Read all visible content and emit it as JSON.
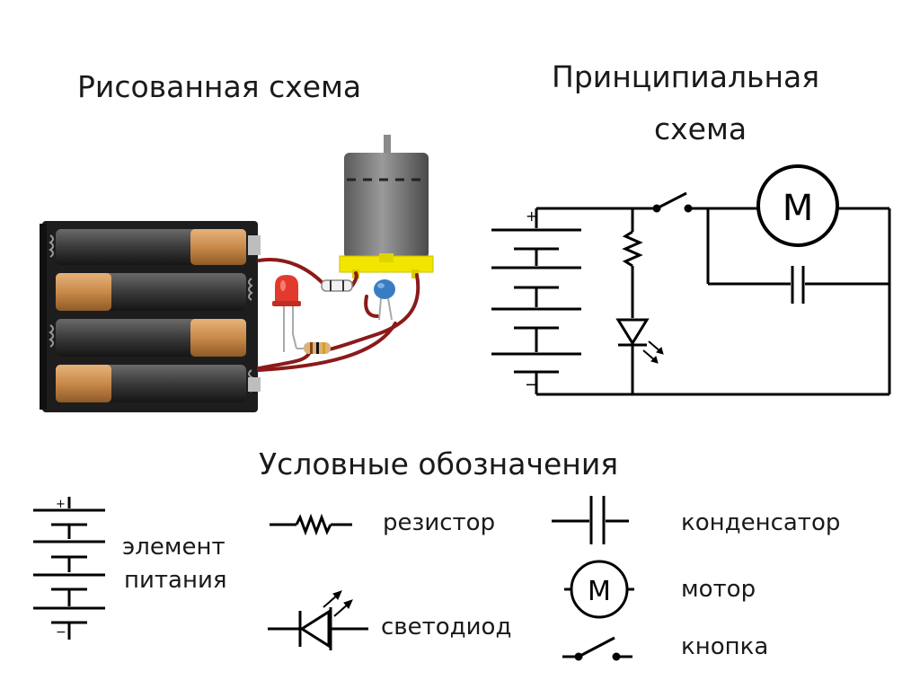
{
  "titles": {
    "drawn": "Рисованная схема",
    "principal_line1": "Принципиальная",
    "principal_line2": "схема",
    "legend": "Условные обозначения"
  },
  "schematic": {
    "plus": "+",
    "minus": "−",
    "motor_letter": "M"
  },
  "legend": {
    "battery_line1": "элемент",
    "battery_line2": "питания",
    "battery_plus": "+",
    "battery_minus": "−",
    "resistor": "резистор",
    "led": "светодиод",
    "capacitor": "конденсатор",
    "motor": "мотор",
    "motor_letter": "M",
    "button": "кнопка"
  },
  "colors": {
    "wire_red": "#8b1a1a",
    "motor_yellow": "#f2e600",
    "battery_copper": "#c98a4a",
    "battery_dark": "#2a2a2a",
    "led_red": "#e23b2e",
    "capacitor_blue": "#3a7cc2"
  }
}
